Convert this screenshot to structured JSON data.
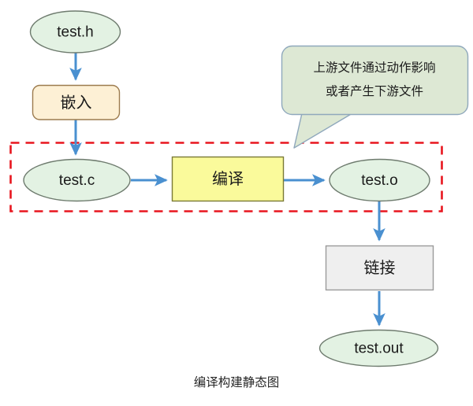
{
  "diagram": {
    "caption": "编译构建静态图",
    "colors": {
      "file_fill": "#E3F2E3",
      "file_stroke": "#6E7B6E",
      "embed_fill": "#FDF0D5",
      "embed_stroke": "#9C7B4E",
      "compile_fill": "#FAFA9B",
      "compile_stroke": "#7A7A36",
      "link_fill": "#EFEFEF",
      "link_stroke": "#9A9A9A",
      "callout_fill": "#DDE8D4",
      "callout_stroke": "#8FA8BC",
      "arrow": "#4A90D0",
      "group_box": "#E8151E",
      "text": "#1a1a1a"
    },
    "nodes": [
      {
        "id": "test-h",
        "label": "test.h",
        "shape": "ellipse",
        "kind": "file"
      },
      {
        "id": "embed",
        "label": "嵌入",
        "shape": "rounded-rect",
        "kind": "action"
      },
      {
        "id": "test-c",
        "label": "test.c",
        "shape": "ellipse",
        "kind": "file"
      },
      {
        "id": "compile",
        "label": "编译",
        "shape": "rect",
        "kind": "action"
      },
      {
        "id": "test-o",
        "label": "test.o",
        "shape": "ellipse",
        "kind": "file"
      },
      {
        "id": "link",
        "label": "链接",
        "shape": "rect",
        "kind": "action"
      },
      {
        "id": "test-out",
        "label": "test.out",
        "shape": "ellipse",
        "kind": "file"
      }
    ],
    "edges": [
      {
        "from": "test-h",
        "to": "embed"
      },
      {
        "from": "embed",
        "to": "test-c"
      },
      {
        "from": "test-c",
        "to": "compile"
      },
      {
        "from": "compile",
        "to": "test-o"
      },
      {
        "from": "test-o",
        "to": "link"
      },
      {
        "from": "link",
        "to": "test-out"
      }
    ],
    "callout": {
      "line1": "上游文件通过动作影响",
      "line2": "或者产生下游文件"
    },
    "highlight_group": {
      "style": "red-dashed",
      "members": [
        "test-c",
        "compile",
        "test-o"
      ]
    }
  }
}
